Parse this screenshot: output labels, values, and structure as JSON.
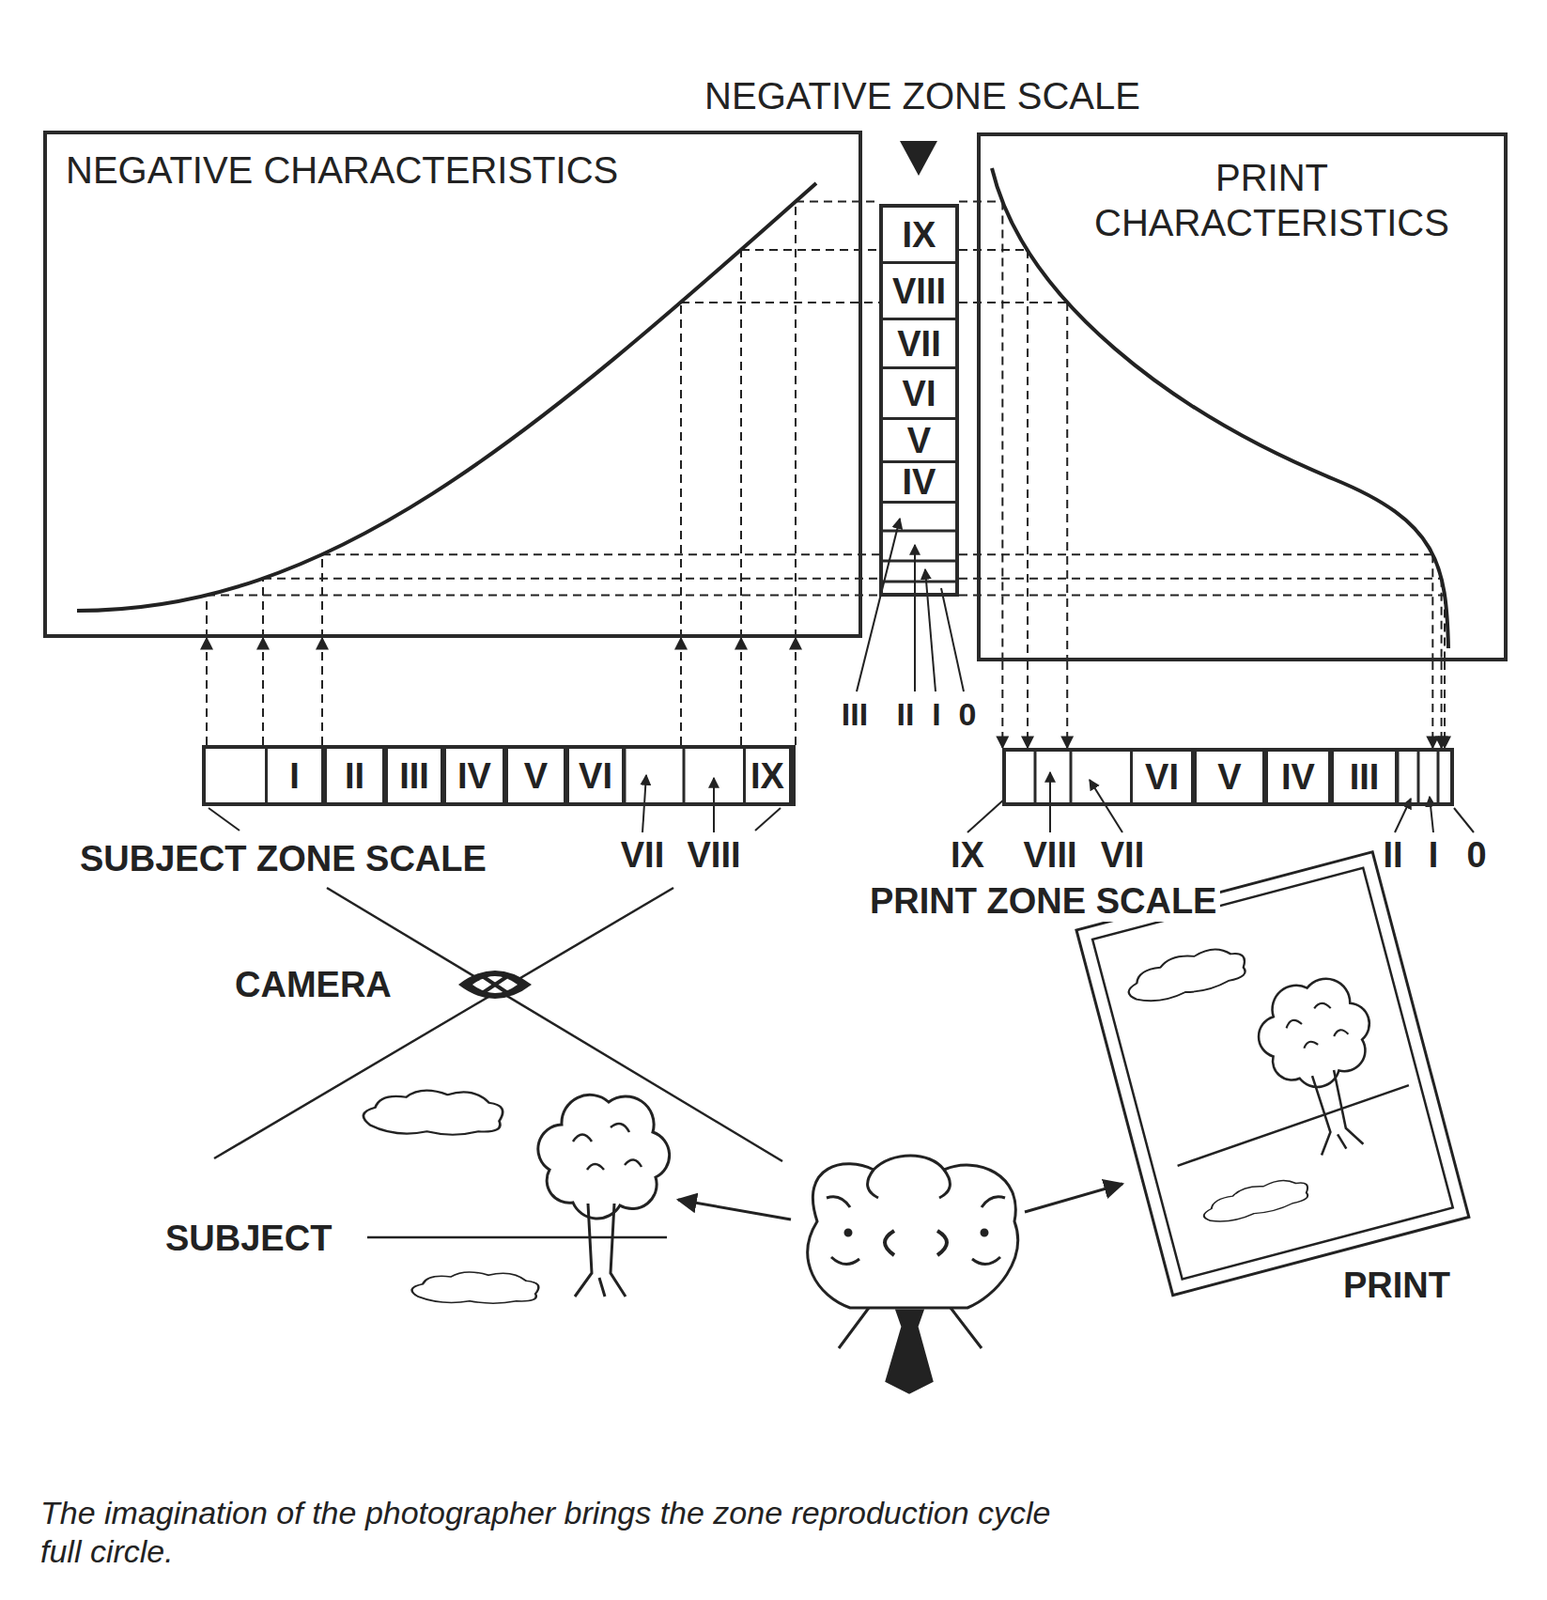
{
  "diagram": {
    "caption": "The imagination of the photographer brings the zone reproduction cycle full circle.",
    "nodes": [
      {
        "text": [
          "NEGATIVE CHARACTERISTICS"
        ]
      },
      {
        "text": [
          "NEGATIVE ZONE SCALE"
        ]
      },
      {
        "text": [
          "IX"
        ],
        "in": 1
      },
      {
        "text": [
          "VIII"
        ],
        "in": 1
      },
      {
        "text": [
          "VII"
        ],
        "in": 1
      },
      {
        "text": [
          "VI"
        ],
        "in": 1
      },
      {
        "text": [
          "V"
        ],
        "in": 1
      },
      {
        "text": [
          "IV"
        ],
        "in": 1
      },
      {
        "text": [
          "PRINT CHARACTERISTICS"
        ]
      },
      {
        "text": [
          "SUBJECT ZONE SCALE"
        ]
      },
      {
        "text": [
          "I"
        ],
        "in": 9
      },
      {
        "text": [
          "II"
        ],
        "in": 9
      },
      {
        "text": [
          "III"
        ],
        "in": 9
      },
      {
        "text": [
          "IV"
        ],
        "in": 9
      },
      {
        "text": [
          "V"
        ],
        "in": 9
      },
      {
        "text": [
          "VI"
        ],
        "in": 9
      },
      {
        "text": [
          "IX"
        ],
        "in": 9
      },
      {
        "text": [
          "PRINT ZONE SCALE"
        ]
      },
      {
        "text": [
          "VI"
        ],
        "in": 17
      },
      {
        "text": [
          "V"
        ],
        "in": 17
      },
      {
        "text": [
          "IV"
        ],
        "in": 17
      },
      {
        "text": [
          "III"
        ],
        "in": 17
      }
    ],
    "edges": [
      {
        "from": 9,
        "to": 0,
        "arrow": "to"
      },
      {
        "from": 0,
        "to": 1,
        "arrow": "none"
      },
      {
        "from": 1,
        "to": 8,
        "arrow": "none"
      },
      {
        "from": 8,
        "to": 17,
        "arrow": "to"
      }
    ],
    "labels": [
      "III",
      "II",
      "I",
      "0",
      "VII",
      "VIII",
      "IX",
      "VIII",
      "VII",
      "II",
      "I",
      "0",
      "CAMERA",
      "SUBJECT",
      "PRINT"
    ]
  }
}
